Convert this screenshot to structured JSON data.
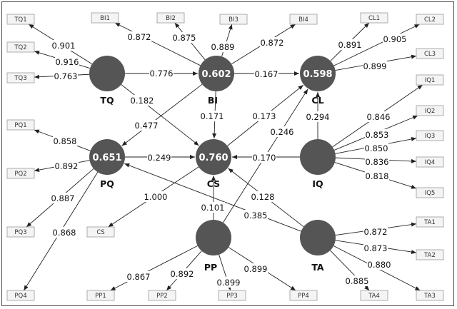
{
  "constructs": [
    {
      "id": "TQ",
      "label": "TQ",
      "r2": ""
    },
    {
      "id": "BI",
      "label": "BI",
      "r2": "0.602"
    },
    {
      "id": "CL",
      "label": "CL",
      "r2": "0.598"
    },
    {
      "id": "PQ",
      "label": "PQ",
      "r2": "0.651"
    },
    {
      "id": "CS",
      "label": "CS",
      "r2": "0.760"
    },
    {
      "id": "IQ",
      "label": "IQ",
      "r2": ""
    },
    {
      "id": "PP",
      "label": "PP",
      "r2": ""
    },
    {
      "id": "TA",
      "label": "TA",
      "r2": ""
    }
  ],
  "indicators": [
    {
      "id": "TQ1",
      "label": "TQ1",
      "construct": "TQ",
      "loading": "0.901"
    },
    {
      "id": "TQ2",
      "label": "TQ2",
      "construct": "TQ",
      "loading": "0.916"
    },
    {
      "id": "TQ3",
      "label": "TQ3",
      "construct": "TQ",
      "loading": "0.763"
    },
    {
      "id": "BI1",
      "label": "BI1",
      "construct": "BI",
      "loading": "0.872"
    },
    {
      "id": "BI2",
      "label": "BI2",
      "construct": "BI",
      "loading": "0.875"
    },
    {
      "id": "BI3",
      "label": "BI3",
      "construct": "BI",
      "loading": "0.889"
    },
    {
      "id": "BI4",
      "label": "BI4",
      "construct": "BI",
      "loading": "0.872"
    },
    {
      "id": "CL1",
      "label": "CL1",
      "construct": "CL",
      "loading": "0.891"
    },
    {
      "id": "CL2",
      "label": "CL2",
      "construct": "CL",
      "loading": "0.905"
    },
    {
      "id": "CL3",
      "label": "CL3",
      "construct": "CL",
      "loading": "0.899"
    },
    {
      "id": "IQ1",
      "label": "IQ1",
      "construct": "IQ",
      "loading": "0.846"
    },
    {
      "id": "IQ2",
      "label": "IQ2",
      "construct": "IQ",
      "loading": "0.853"
    },
    {
      "id": "IQ3",
      "label": "IQ3",
      "construct": "IQ",
      "loading": "0.850"
    },
    {
      "id": "IQ4",
      "label": "IQ4",
      "construct": "IQ",
      "loading": "0.836"
    },
    {
      "id": "IQ5",
      "label": "IQ5",
      "construct": "IQ",
      "loading": "0.818"
    },
    {
      "id": "PQ1",
      "label": "PQ1",
      "construct": "PQ",
      "loading": "0.858"
    },
    {
      "id": "PQ2",
      "label": "PQ2",
      "construct": "PQ",
      "loading": "0.892"
    },
    {
      "id": "PQ3",
      "label": "PQ3",
      "construct": "PQ",
      "loading": "0.887"
    },
    {
      "id": "PQ4",
      "label": "PQ4",
      "construct": "PQ",
      "loading": "0.868"
    },
    {
      "id": "CSI",
      "label": "CS",
      "construct": "CS",
      "loading": "1.000"
    },
    {
      "id": "TA1",
      "label": "TA1",
      "construct": "TA",
      "loading": "0.872"
    },
    {
      "id": "TA2",
      "label": "TA2",
      "construct": "TA",
      "loading": "0.873"
    },
    {
      "id": "TA3",
      "label": "TA3",
      "construct": "TA",
      "loading": "0.880"
    },
    {
      "id": "TA4",
      "label": "TA4",
      "construct": "TA",
      "loading": "0.885"
    },
    {
      "id": "PP1",
      "label": "PP1",
      "construct": "PP",
      "loading": "0.867"
    },
    {
      "id": "PP2",
      "label": "PP2",
      "construct": "PP",
      "loading": "0.892"
    },
    {
      "id": "PP3",
      "label": "PP3",
      "construct": "PP",
      "loading": "0.899"
    },
    {
      "id": "PP4",
      "label": "PP4",
      "construct": "PP",
      "loading": "0.899"
    }
  ],
  "paths": [
    {
      "from": "TQ",
      "to": "BI",
      "coef": "0.776"
    },
    {
      "from": "TQ",
      "to": "CS",
      "coef": "0.182"
    },
    {
      "from": "BI",
      "to": "CL",
      "coef": "0.167"
    },
    {
      "from": "BI",
      "to": "PQ",
      "coef": "0.477"
    },
    {
      "from": "BI",
      "to": "CS",
      "coef": "0.171"
    },
    {
      "from": "PQ",
      "to": "CS",
      "coef": "0.249"
    },
    {
      "from": "CS",
      "to": "CL",
      "coef": "0.173"
    },
    {
      "from": "IQ",
      "to": "CL",
      "coef": "0.294"
    },
    {
      "from": "IQ",
      "to": "CS",
      "coef": "0.170"
    },
    {
      "from": "PP",
      "to": "CL",
      "coef": "0.246"
    },
    {
      "from": "PP",
      "to": "CS",
      "coef": "0.101"
    },
    {
      "from": "TA",
      "to": "CS",
      "coef": "0.128"
    },
    {
      "from": "TA",
      "to": "PQ",
      "coef": "0.385"
    }
  ],
  "colors": {
    "construct_fill": "#555555",
    "indicator_fill": "#f4f4f4",
    "indicator_border": "#9a9a9a",
    "edge": "#222222"
  }
}
